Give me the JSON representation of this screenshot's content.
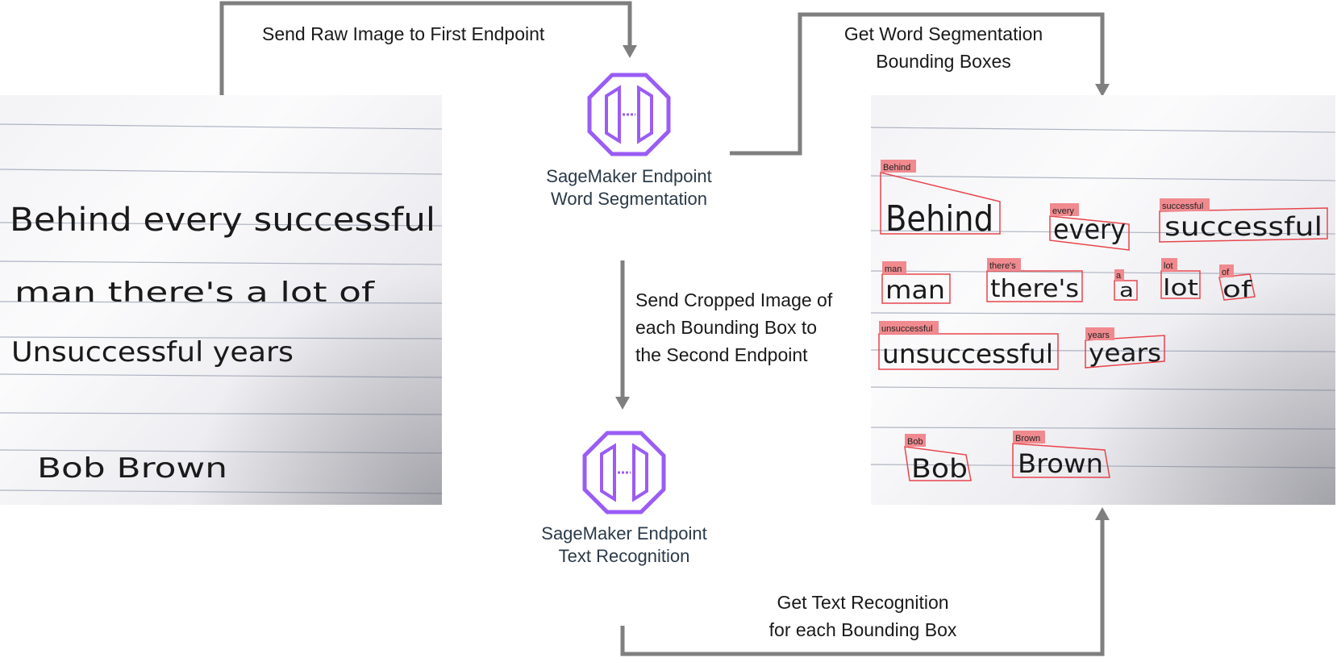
{
  "captions": {
    "send_raw": "Send Raw Image to First Endpoint",
    "get_segmentation": [
      "Get Word Segmentation",
      "Bounding Boxes"
    ],
    "send_cropped": [
      "Send Cropped Image of",
      "each Bounding Box to",
      "the Second Endpoint"
    ],
    "get_recognition": [
      "Get Text Recognition",
      "for each Bounding Box"
    ]
  },
  "endpoints": {
    "segmentation": [
      "SageMaker Endpoint",
      "Word Segmentation"
    ],
    "recognition": [
      "SageMaker Endpoint",
      "Text Recognition"
    ]
  },
  "raw_note": {
    "lines": [
      "Behind every successful",
      "man there's a lot of",
      "Unsuccessful years",
      "Bob Brown"
    ]
  },
  "boxes": [
    "Behind",
    "every",
    "successful",
    "man",
    "there's",
    "a",
    "lot",
    "of",
    "unsuccessful",
    "years",
    "Bob",
    "Brown"
  ],
  "colors": {
    "arrow": "#7f7f7f",
    "endpoint": "#9a5cf5",
    "bbox": "#e8454c",
    "bbox_label_bg": "#f08a8f",
    "ruled_line": "#9da3b4",
    "ink": "#1a1a1a"
  }
}
